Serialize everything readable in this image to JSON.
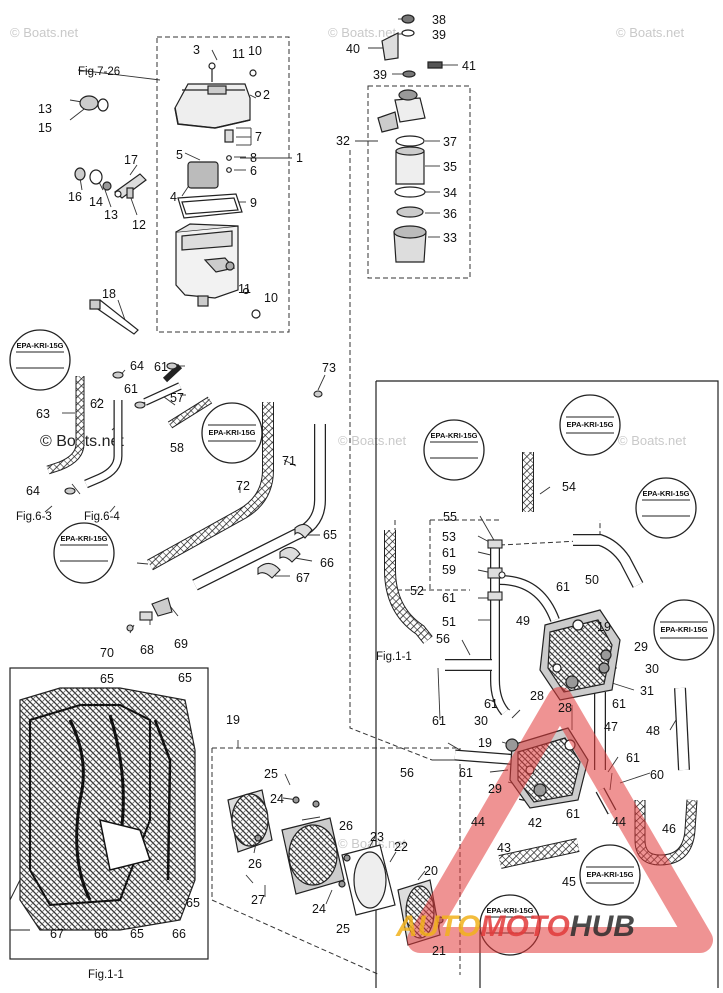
{
  "watermark": "© Boats.net",
  "watermark_center": "© Boats.net",
  "figure_refs": {
    "fig7_26": "Fig.7-26",
    "fig6_3": "Fig.6-3",
    "fig6_4": "Fig.6-4",
    "fig1_1_top": "Fig.1-1",
    "fig1_1_bottom": "Fig.1-1"
  },
  "epa_tag": "EPA-KRI-15G",
  "brand": {
    "part1": "AUTO",
    "part2": "MOTO",
    "part3": "HUB",
    "colors": {
      "red": "#e23a3a",
      "yellow": "#f2b21c",
      "dark": "#2b2b2b"
    }
  },
  "callouts": {
    "c1": "1",
    "c2": "2",
    "c3": "3",
    "c4": "4",
    "c5": "5",
    "c6": "6",
    "c7": "7",
    "c8": "8",
    "c9": "9",
    "c10a": "10",
    "c10b": "10",
    "c11a": "11",
    "c11b": "11",
    "c12": "12",
    "c13a": "13",
    "c13b": "13",
    "c14": "14",
    "c15": "15",
    "c16": "16",
    "c17": "17",
    "c18": "18",
    "c19a": "19",
    "c19b": "19",
    "c19c": "19",
    "c20": "20",
    "c21": "21",
    "c22": "22",
    "c23": "23",
    "c24a": "24",
    "c24b": "24",
    "c25a": "25",
    "c25b": "25",
    "c26a": "26",
    "c26b": "26",
    "c27": "27",
    "c28a": "28",
    "c28b": "28",
    "c29a": "29",
    "c29b": "29",
    "c30a": "30",
    "c30b": "30",
    "c31": "31",
    "c32": "32",
    "c33": "33",
    "c34": "34",
    "c35": "35",
    "c36": "36",
    "c37": "37",
    "c38": "38",
    "c39a": "39",
    "c39b": "39",
    "c40": "40",
    "c41": "41",
    "c42": "42",
    "c43": "43",
    "c44a": "44",
    "c44b": "44",
    "c45": "45",
    "c46": "46",
    "c47": "47",
    "c48": "48",
    "c49": "49",
    "c50": "50",
    "c51": "51",
    "c52": "52",
    "c53": "53",
    "c54": "54",
    "c55": "55",
    "c56a": "56",
    "c56b": "56",
    "c57": "57",
    "c58": "58",
    "c59": "59",
    "c60": "60",
    "c61a": "61",
    "c61b": "61",
    "c61c": "61",
    "c61d": "61",
    "c61e": "61",
    "c61f": "61",
    "c61g": "61",
    "c61h": "61",
    "c61i": "61",
    "c61j": "61",
    "c61k": "61",
    "c62": "62",
    "c63": "63",
    "c64a": "64",
    "c64b": "64",
    "c65a": "65",
    "c65b": "65",
    "c65c": "65",
    "c65d": "65",
    "c65e": "65",
    "c66a": "66",
    "c66b": "66",
    "c66c": "66",
    "c67a": "67",
    "c67b": "67",
    "c68": "68",
    "c69": "69",
    "c70": "70",
    "c71": "71",
    "c72": "72",
    "c73": "73"
  }
}
